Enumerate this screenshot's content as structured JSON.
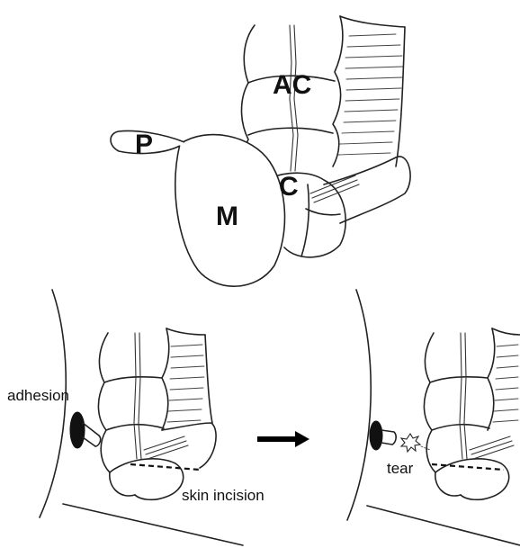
{
  "labels": {
    "ac": "AC",
    "p": "P",
    "m": "M",
    "c": "C",
    "adhesion": "adhesion",
    "skin_incision": "skin incision",
    "tear": "tear"
  }
}
